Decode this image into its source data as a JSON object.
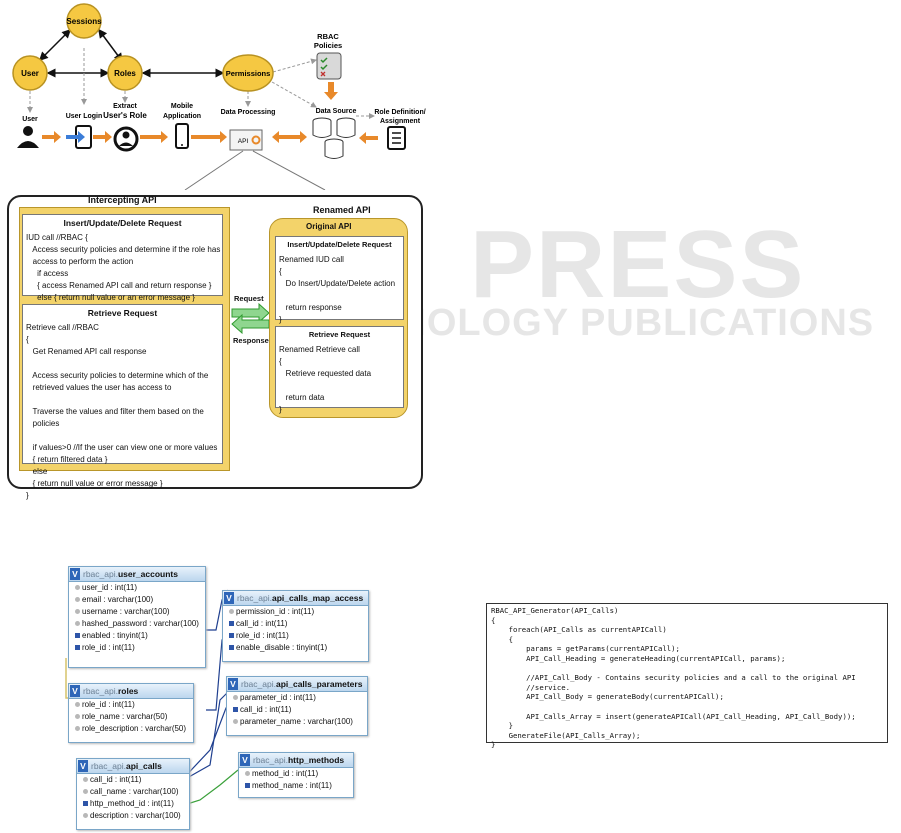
{
  "watermark": {
    "main": "PRESS",
    "sub": "SCIENCE AND TECHNOLOGY PUBLICATIONS"
  },
  "top_diagram": {
    "nodes": {
      "sessions": "Sessions",
      "user": "User",
      "roles": "Roles",
      "permissions": "Permissions"
    },
    "rbac_policies_line1": "RBAC",
    "rbac_policies_line2": "Policies",
    "labels": {
      "user": "User",
      "user_login": "User Login",
      "extract_line1": "Extract",
      "extract_line2": "User's Role",
      "mobile_line1": "Mobile",
      "mobile_line2": "Application",
      "data_processing": "Data Processing",
      "data_source": "Data Source",
      "role_def_line1": "Role  Definition/",
      "role_def_line2": "Assignment",
      "api": "API"
    }
  },
  "intercepting_api": {
    "title": "Intercepting API",
    "renamed_title": "Renamed API",
    "iud": {
      "heading": "Insert/Update/Delete Request",
      "lines": [
        "IUD call //RBAC {",
        "   Access security policies and determine if the role has",
        "   access to perform the action",
        "     if access",
        "     { access Renamed API call and return response }",
        "     else { return null value or an error message }",
        "}"
      ]
    },
    "retrieve": {
      "heading": "Retrieve Request",
      "lines": [
        "Retrieve call //RBAC",
        "{",
        "   Get Renamed API call response",
        "",
        "   Access security policies to determine which of the",
        "   retrieved values the user has access to",
        "",
        "   Traverse the values and filter them based on the",
        "   policies",
        "",
        "   if values>0 //If the user can view one or more values",
        "   { return filtered data }",
        "   else",
        "   { return null value or error message }",
        "}"
      ]
    },
    "request": "Request",
    "response": "Response",
    "original_api": "Original API",
    "orig_iud": {
      "heading": "Insert/Update/Delete Request",
      "lines": [
        "Renamed IUD call",
        "{",
        "   Do Insert/Update/Delete action",
        "",
        "   return response",
        "}"
      ]
    },
    "orig_retrieve": {
      "heading": "Retrieve Request",
      "lines": [
        "Renamed Retrieve call",
        "{",
        "   Retrieve requested data",
        "",
        "   return data",
        "}"
      ]
    }
  },
  "er_tables": [
    {
      "schema": "rbac_api.",
      "name": "user_accounts",
      "rows": [
        {
          "t": "key",
          "text": "user_id : int(11)"
        },
        {
          "t": "col",
          "text": "email : varchar(100)"
        },
        {
          "t": "col",
          "text": "username : varchar(100)"
        },
        {
          "t": "col",
          "text": "hashed_password : varchar(100)"
        },
        {
          "t": "fk",
          "text": "enabled : tinyint(1)"
        },
        {
          "t": "fk",
          "text": "role_id : int(11)"
        }
      ]
    },
    {
      "schema": "rbac_api.",
      "name": "roles",
      "rows": [
        {
          "t": "key",
          "text": "role_id : int(11)"
        },
        {
          "t": "col",
          "text": "role_name : varchar(50)"
        },
        {
          "t": "col",
          "text": "role_description : varchar(50)"
        }
      ]
    },
    {
      "schema": "rbac_api.",
      "name": "api_calls",
      "rows": [
        {
          "t": "key",
          "text": "call_id : int(11)"
        },
        {
          "t": "col",
          "text": "call_name : varchar(100)"
        },
        {
          "t": "fk",
          "text": "http_method_id : int(11)"
        },
        {
          "t": "col",
          "text": "description : varchar(100)"
        }
      ]
    },
    {
      "schema": "rbac_api.",
      "name": "api_calls_map_access",
      "rows": [
        {
          "t": "key",
          "text": "permission_id : int(11)"
        },
        {
          "t": "fk",
          "text": "call_id : int(11)"
        },
        {
          "t": "fk",
          "text": "role_id : int(11)"
        },
        {
          "t": "fk",
          "text": "enable_disable : tinyint(1)"
        }
      ]
    },
    {
      "schema": "rbac_api.",
      "name": "api_calls_parameters",
      "rows": [
        {
          "t": "key",
          "text": "parameter_id : int(11)"
        },
        {
          "t": "fk",
          "text": "call_id : int(11)"
        },
        {
          "t": "col",
          "text": "parameter_name : varchar(100)"
        }
      ]
    },
    {
      "schema": "rbac_api.",
      "name": "http_methods",
      "rows": [
        {
          "t": "key",
          "text": "method_id : int(11)"
        },
        {
          "t": "fk",
          "text": "method_name : int(11)"
        }
      ]
    }
  ],
  "code_listing": [
    "RBAC_API_Generator(API_Calls)",
    "{",
    "    foreach(API_Calls as currentAPICall)",
    "    {",
    "        params = getParams(currentAPICall);",
    "        API_Call_Heading = generateHeading(currentAPICall, params);",
    "",
    "        //API_Call_Body - Contains security policies and a call to the original API",
    "        //service.",
    "        API_Call_Body = generateBody(currentAPICall);",
    "",
    "        API_Calls_Array = insert(generateAPICall(API_Call_Heading, API_Call_Body));",
    "    }",
    "    GenerateFile(API_Calls_Array);",
    "}"
  ],
  "colors": {
    "node_fill": "#f5c842",
    "node_stroke": "#b89222",
    "arrow": "#e8892a",
    "green": "#3cb043",
    "panel_yellow": "#f3d36a"
  }
}
